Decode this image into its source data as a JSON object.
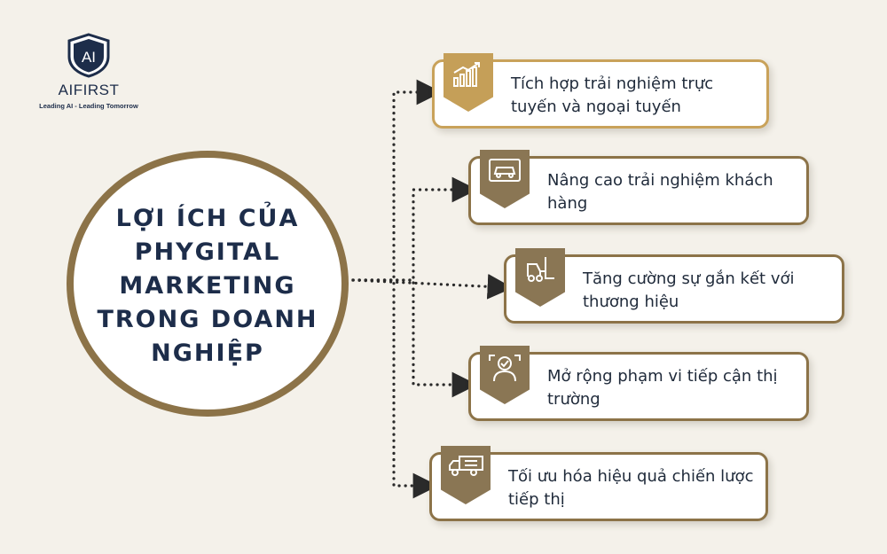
{
  "brand": {
    "logo_letters": "AI",
    "name": "AIFIRST",
    "tagline": "Leading AI - Leading Tomorrow"
  },
  "title": "LỢI ÍCH CỦA PHYGITAL MARKETING TRONG DOANH NGHIỆP",
  "benefits": [
    {
      "text": "Tích hợp trải nghiệm trực tuyến và ngoại tuyến",
      "icon": "growth-chart-icon"
    },
    {
      "text": "Nâng cao trải nghiệm khách hàng",
      "icon": "car-screen-icon"
    },
    {
      "text": "Tăng cường sự gắn kết với thương hiệu",
      "icon": "forklift-icon"
    },
    {
      "text": "Mở rộng phạm vi tiếp cận thị trường",
      "icon": "face-scan-icon"
    },
    {
      "text": "Tối ưu hóa hiệu quả chiến lược tiếp thị",
      "icon": "truck-icon"
    }
  ],
  "colors": {
    "background": "#f4f1ea",
    "navy": "#1d2d4a",
    "bronze": "#8c7348",
    "gold": "#c9a25a"
  }
}
